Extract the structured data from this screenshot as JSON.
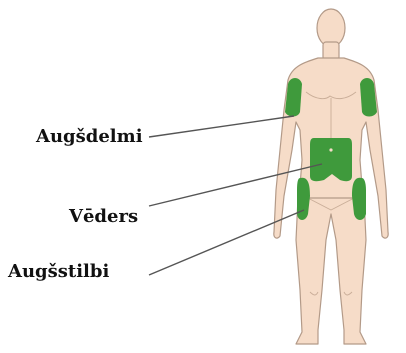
{
  "labels": {
    "upper_arms": "Augšdelmi",
    "abdomen": "Vēders",
    "thighs": "Augšstilbi"
  },
  "colors": {
    "skin": "#f6dcc8",
    "skin_outline": "#b39a88",
    "injection_area": "#3f9a3c",
    "leader_line": "#555555",
    "label_text": "#111111"
  }
}
